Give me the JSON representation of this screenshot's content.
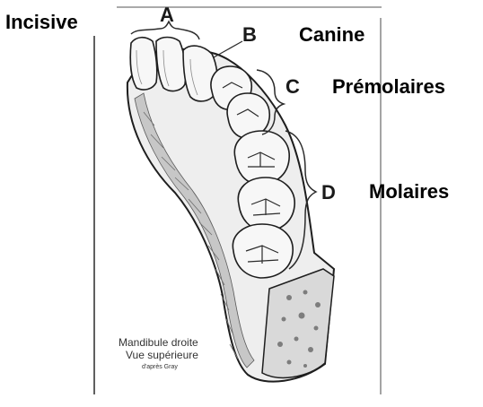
{
  "labels": {
    "incisive": "Incisive",
    "canine": "Canine",
    "premolaires": "Prémolaires",
    "molaires": "Molaires"
  },
  "figure": {
    "letter_a": "A",
    "letter_b": "B",
    "letter_c": "C",
    "letter_d": "D",
    "caption_line1": "Mandibule droite",
    "caption_line2": "Vue supérieure",
    "caption_line3": "d'après Gray"
  },
  "colors": {
    "ink": "#1a1a1a",
    "paper": "#f4f4f4",
    "shade": "#bdbdbd"
  }
}
